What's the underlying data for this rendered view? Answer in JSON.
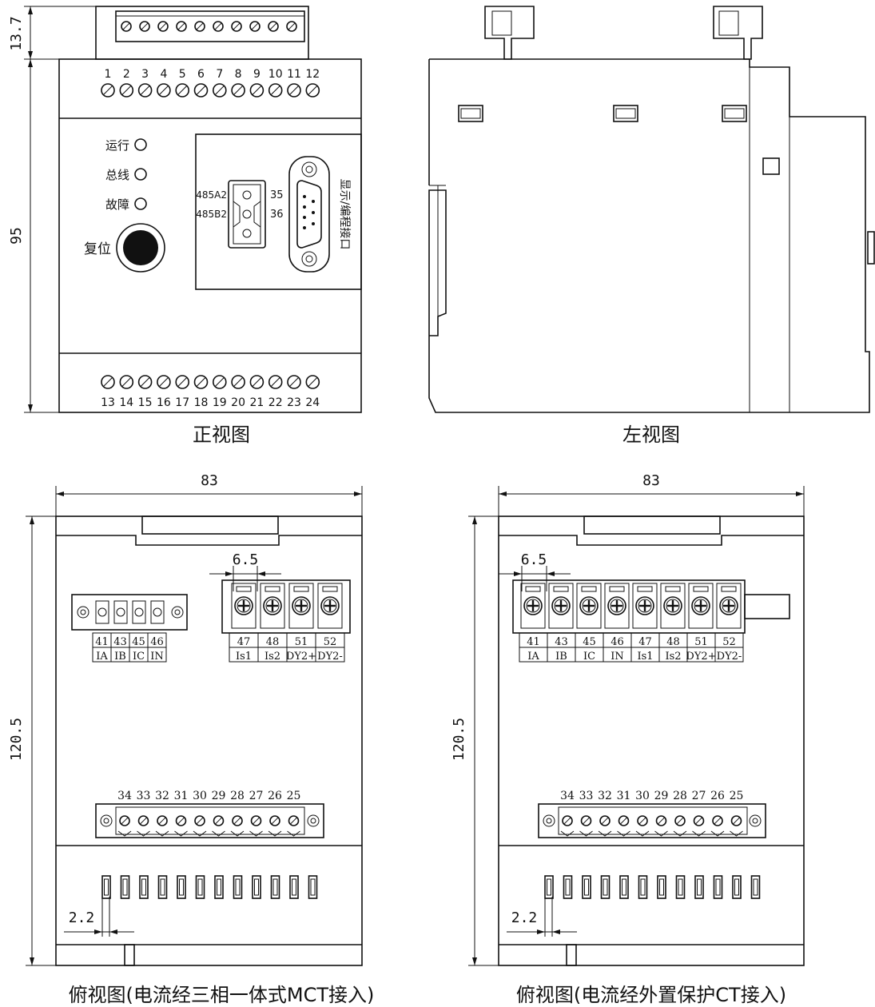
{
  "front": {
    "caption": "正视图",
    "dim_top": "13.7",
    "dim_height": "95",
    "terminals_top": [
      "1",
      "2",
      "3",
      "4",
      "5",
      "6",
      "7",
      "8",
      "9",
      "10",
      "11",
      "12"
    ],
    "terminals_bottom": [
      "13",
      "14",
      "15",
      "16",
      "17",
      "18",
      "19",
      "20",
      "21",
      "22",
      "23",
      "24"
    ],
    "leds": [
      "运行",
      "总线",
      "故障"
    ],
    "reset_label": "复位",
    "rs485_a": "485A2",
    "rs485_b": "485B2",
    "pin_a": "35",
    "pin_b": "36",
    "port_label": "显示/编程接口"
  },
  "side": {
    "caption": "左视图"
  },
  "top_mct": {
    "caption": "俯视图(电流经三相一体式MCT接入)",
    "dim_width": "83",
    "dim_height": "120.5",
    "dim_pitch": "6.5",
    "dim_small": "2.2",
    "left_block_nums": [
      "41",
      "43",
      "45",
      "46"
    ],
    "left_block_names": [
      "IA",
      "IB",
      "IC",
      "IN"
    ],
    "right_block_nums": [
      "47",
      "48",
      "51",
      "52"
    ],
    "right_block_names": [
      "Is1",
      "Is2",
      "DY2+",
      "DY2-"
    ],
    "bottom_terms": [
      "34",
      "33",
      "32",
      "31",
      "30",
      "29",
      "28",
      "27",
      "26",
      "25"
    ]
  },
  "top_ct": {
    "caption": "俯视图(电流经外置保护CT接入)",
    "dim_width": "83",
    "dim_height": "120.5",
    "dim_pitch": "6.5",
    "dim_small": "2.2",
    "block_nums": [
      "41",
      "43",
      "45",
      "46",
      "47",
      "48",
      "51",
      "52"
    ],
    "block_names": [
      "IA",
      "IB",
      "IC",
      "IN",
      "Is1",
      "Is2",
      "DY2+",
      "DY2-"
    ],
    "bottom_terms": [
      "34",
      "33",
      "32",
      "31",
      "30",
      "29",
      "28",
      "27",
      "26",
      "25"
    ]
  }
}
